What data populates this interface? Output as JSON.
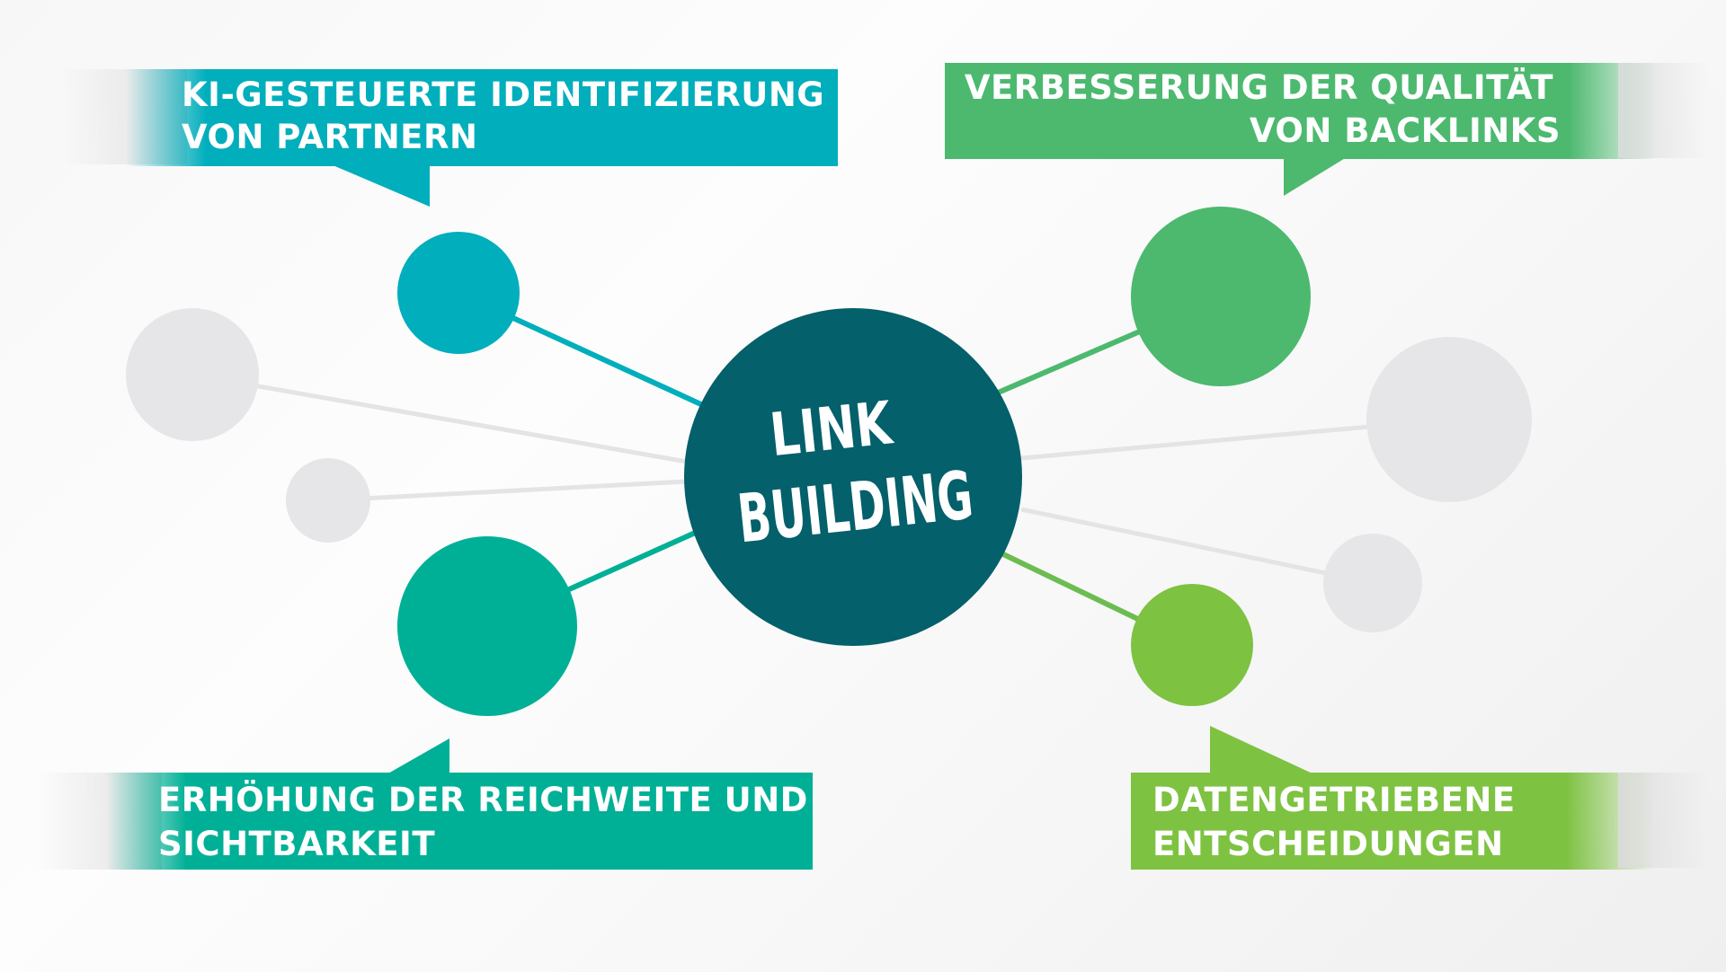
{
  "center": {
    "line1": "LINK",
    "line2": "BUILDING"
  },
  "callouts": [
    {
      "id": "top-left",
      "lines": [
        "KI-GESTEUERTE IDENTIFIZIERUNG",
        "VON PARTNERN"
      ],
      "color": "#00aebc"
    },
    {
      "id": "top-right",
      "lines": [
        "VERBESSERUNG DER QUALITÄT",
        "VON BACKLINKS"
      ],
      "color": "#4cb96f"
    },
    {
      "id": "bottom-left",
      "lines": [
        "ERHÖHUNG DER REICHWEITE UND",
        "SICHTBARKEIT"
      ],
      "color": "#00b096"
    },
    {
      "id": "bottom-right",
      "lines": [
        "DATENGETRIEBENE",
        "ENTSCHEIDUNGEN"
      ],
      "color": "#7ec242"
    }
  ],
  "colors": {
    "center_node": "#04606a",
    "grey_node": "#e6e6e8",
    "grey_line": "#e4e4e6",
    "node_top_left": "#00aebc",
    "node_top_right": "#4cb96f",
    "node_bottom_left": "#00b096",
    "node_bottom_right": "#7ec242"
  }
}
